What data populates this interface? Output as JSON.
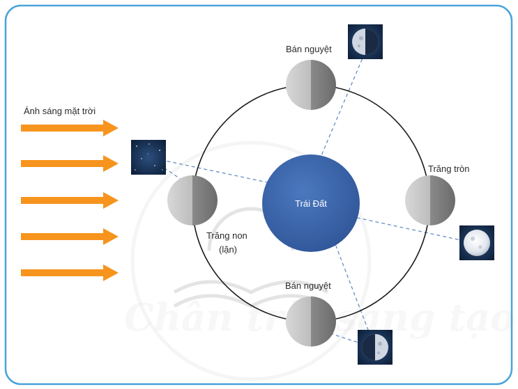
{
  "labels": {
    "sunlight": "Ánh sáng mặt trời",
    "earth": "Trái Đất",
    "half_moon_top": "Bán nguyệt",
    "half_moon_bottom": "Bán nguyệt",
    "full_moon": "Trăng tròn",
    "new_moon_line1": "Trăng non",
    "new_moon_line2": "(lặn)"
  },
  "watermark": "Chân trời sáng tạo",
  "colors": {
    "frame": "#4aa3d9",
    "arrow": "#f7941d",
    "earth": "#3a63a8",
    "moon_light": "#c9c9c9",
    "moon_dark": "#7d7d7d",
    "orbit": "#1a1a1a",
    "sightline": "#5a86c0"
  }
}
